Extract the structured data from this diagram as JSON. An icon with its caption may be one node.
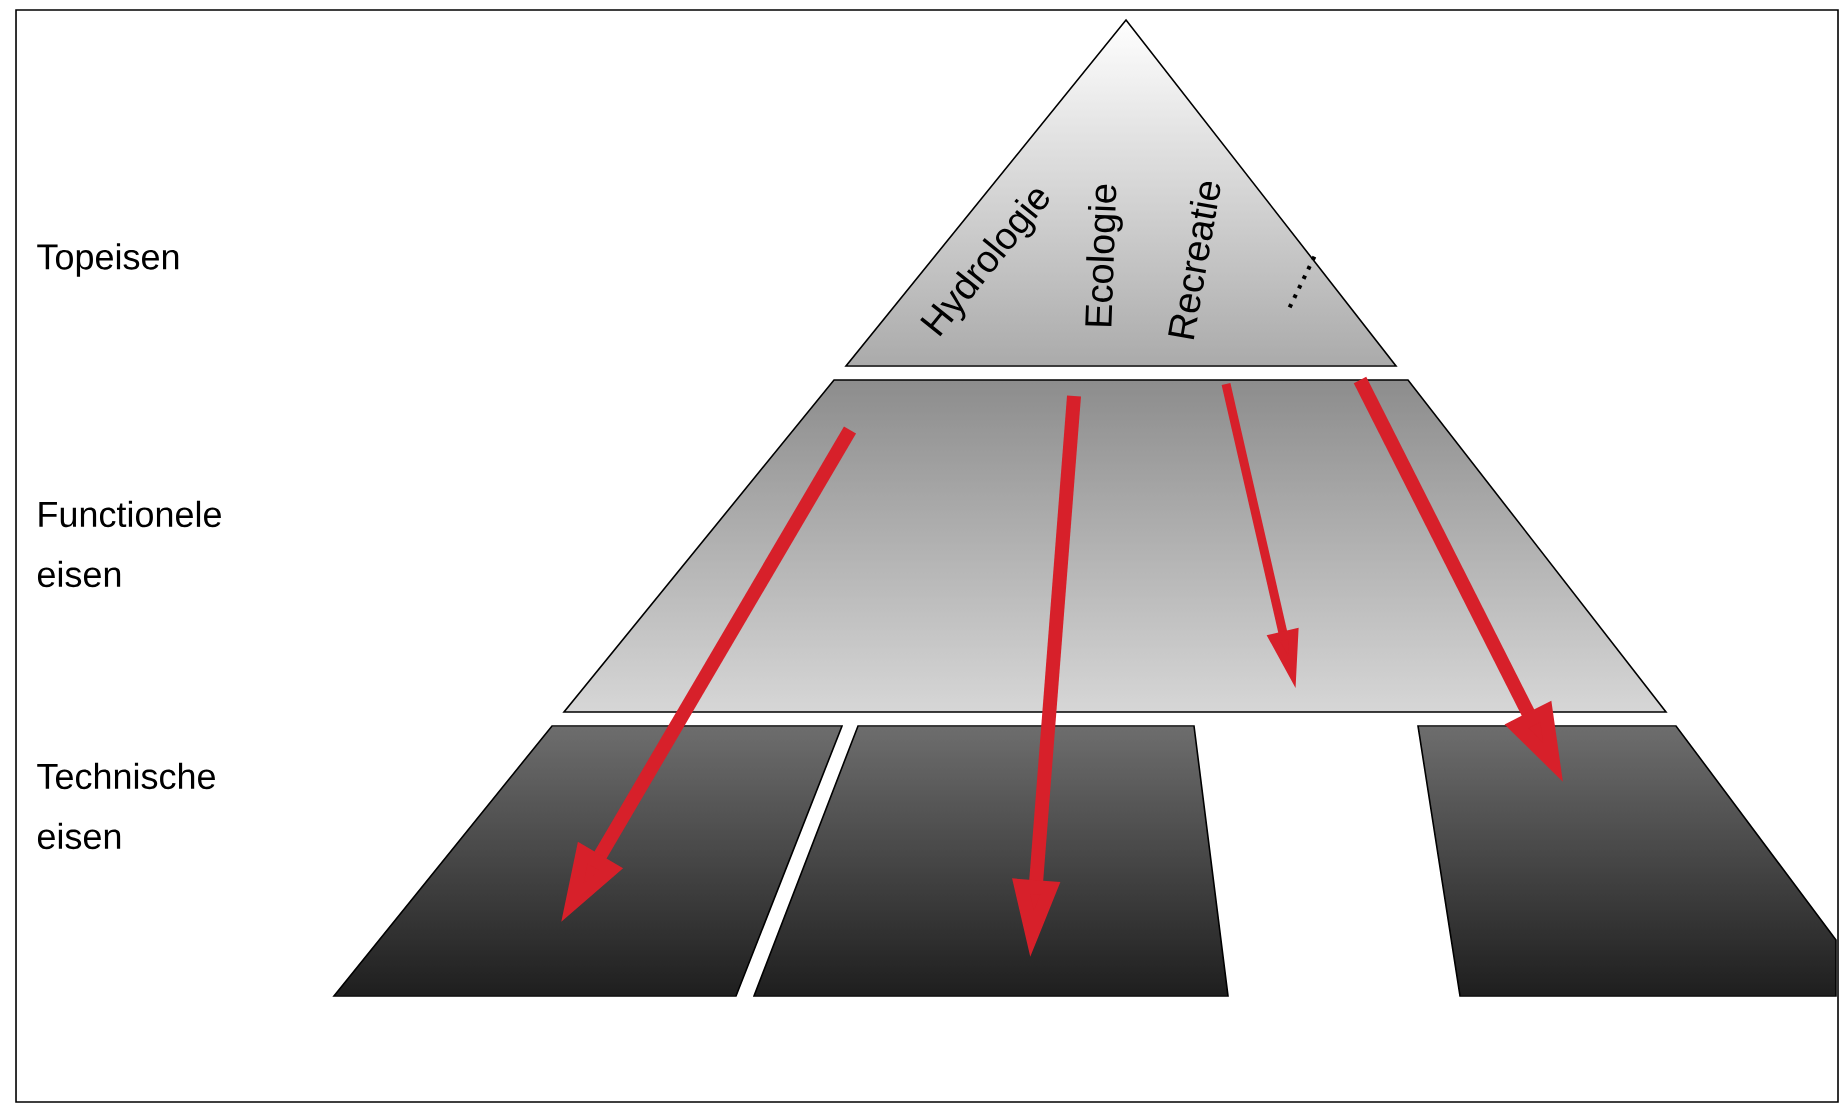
{
  "diagram": {
    "nodes": [
      {
        "text": [],
        "shape": "triangle"
      },
      {
        "text": [
          "Hydrologie"
        ],
        "in": 0
      },
      {
        "text": [
          "Ecologie"
        ],
        "in": 0
      },
      {
        "text": [
          "Recreatie"
        ],
        "in": 0
      },
      {
        "text": [
          "......"
        ],
        "in": 0
      },
      {
        "text": [],
        "shape": "trapezoid"
      },
      {
        "text": [],
        "shape": "box"
      },
      {
        "text": [],
        "shape": "box"
      },
      {
        "text": [],
        "shape": "box"
      }
    ],
    "edges": [
      {
        "from": 5,
        "to": 6,
        "arrow": "to"
      },
      {
        "from": 5,
        "to": 7,
        "arrow": "to"
      },
      {
        "from": 5,
        "to": null,
        "arrow": "to"
      },
      {
        "from": 5,
        "to": 8,
        "arrow": "to"
      }
    ],
    "labels": [
      "Topeisen",
      "Functionele eisen",
      "Technische eisen"
    ]
  }
}
